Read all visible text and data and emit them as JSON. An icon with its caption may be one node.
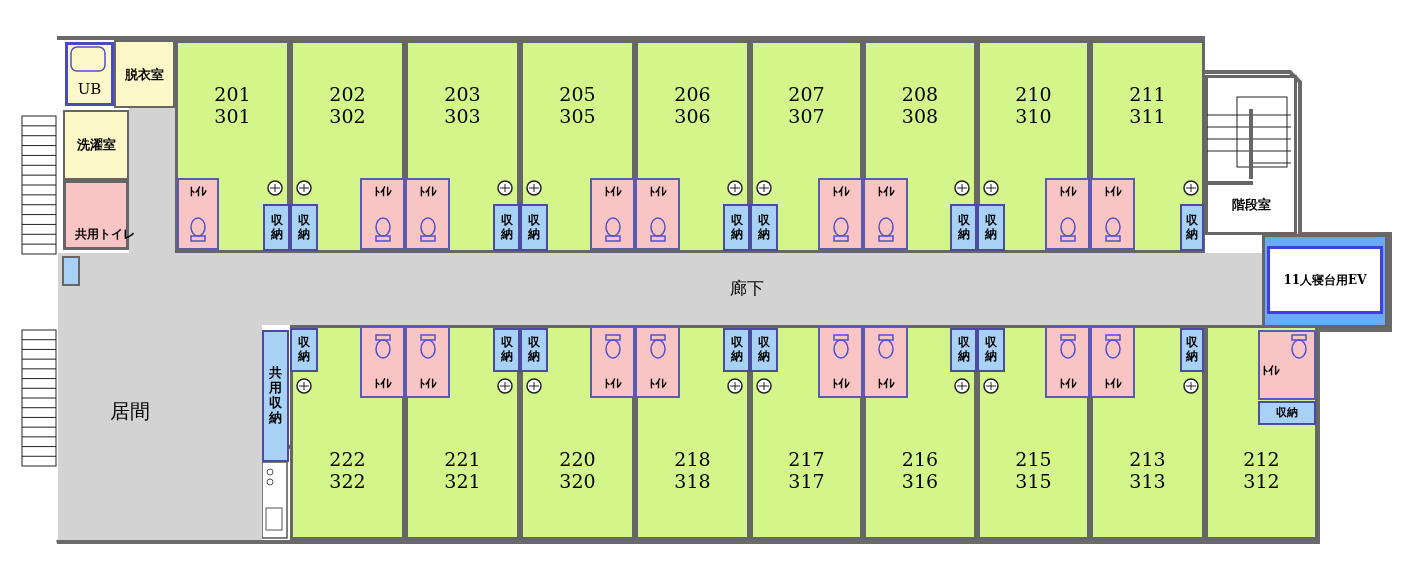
{
  "diagram": {
    "nodes": [
      {
        "text": [
          "UB"
        ]
      },
      {
        "text": [
          "脱衣室"
        ]
      },
      {
        "text": [
          "洗濯室"
        ]
      },
      {
        "text": [
          "共用トイレ"
        ]
      },
      {
        "text": [
          "201",
          "301"
        ]
      },
      {
        "text": [
          "202",
          "302"
        ]
      },
      {
        "text": [
          "203",
          "303"
        ]
      },
      {
        "text": [
          "205",
          "305"
        ]
      },
      {
        "text": [
          "206",
          "306"
        ]
      },
      {
        "text": [
          "207",
          "307"
        ]
      },
      {
        "text": [
          "208",
          "308"
        ]
      },
      {
        "text": [
          "210",
          "310"
        ]
      },
      {
        "text": [
          "211",
          "311"
        ]
      },
      {
        "text": [
          "ﾄｲﾚ"
        ],
        "in": 4
      },
      {
        "text": [
          "収納"
        ],
        "in": 4
      },
      {
        "text": [
          "収納"
        ],
        "in": 5
      },
      {
        "text": [
          "ﾄｲﾚ"
        ],
        "in": 5
      },
      {
        "text": [
          "ﾄｲﾚ"
        ],
        "in": 6
      },
      {
        "text": [
          "収納"
        ],
        "in": 6
      },
      {
        "text": [
          "収納"
        ],
        "in": 7
      },
      {
        "text": [
          "ﾄｲﾚ"
        ],
        "in": 7
      },
      {
        "text": [
          "ﾄｲﾚ"
        ],
        "in": 8
      },
      {
        "text": [
          "収納"
        ],
        "in": 8
      },
      {
        "text": [
          "収納"
        ],
        "in": 9
      },
      {
        "text": [
          "ﾄｲﾚ"
        ],
        "in": 9
      },
      {
        "text": [
          "ﾄｲﾚ"
        ],
        "in": 10
      },
      {
        "text": [
          "収納"
        ],
        "in": 10
      },
      {
        "text": [
          "収納"
        ],
        "in": 11
      },
      {
        "text": [
          "ﾄｲﾚ"
        ],
        "in": 11
      },
      {
        "text": [
          "ﾄｲﾚ"
        ],
        "in": 12
      },
      {
        "text": [
          "収納"
        ],
        "in": 12
      },
      {
        "text": [
          "階段室"
        ]
      },
      {
        "text": [
          "11人寝台用EV"
        ]
      },
      {
        "text": [
          "廊下"
        ]
      },
      {
        "text": [
          "居間"
        ]
      },
      {
        "text": [],
        "shape": "box",
        "in": 34
      },
      {
        "text": [
          "共用収納"
        ]
      },
      {
        "text": [
          "222",
          "322"
        ]
      },
      {
        "text": [
          "221",
          "321"
        ]
      },
      {
        "text": [
          "220",
          "320"
        ]
      },
      {
        "text": [
          "218",
          "318"
        ]
      },
      {
        "text": [
          "217",
          "317"
        ]
      },
      {
        "text": [
          "216",
          "316"
        ]
      },
      {
        "text": [
          "215",
          "315"
        ]
      },
      {
        "text": [
          "213",
          "313"
        ]
      },
      {
        "text": [
          "212",
          "312"
        ]
      },
      {
        "text": [
          "収納"
        ],
        "in": 37
      },
      {
        "text": [
          "ﾄｲﾚ"
        ],
        "in": 37
      },
      {
        "text": [
          "ﾄｲﾚ"
        ],
        "in": 38
      },
      {
        "text": [
          "収納"
        ],
        "in": 38
      },
      {
        "text": [
          "収納"
        ],
        "in": 39
      },
      {
        "text": [
          "ﾄｲﾚ"
        ],
        "in": 39
      },
      {
        "text": [
          "ﾄｲﾚ"
        ],
        "in": 40
      },
      {
        "text": [
          "収納"
        ],
        "in": 40
      },
      {
        "text": [
          "収納"
        ],
        "in": 41
      },
      {
        "text": [
          "ﾄｲﾚ"
        ],
        "in": 41
      },
      {
        "text": [
          "ﾄｲﾚ"
        ],
        "in": 42
      },
      {
        "text": [
          "収納"
        ],
        "in": 42
      },
      {
        "text": [
          "収納"
        ],
        "in": 43
      },
      {
        "text": [
          "ﾄｲﾚ"
        ],
        "in": 43
      },
      {
        "text": [
          "ﾄｲﾚ"
        ],
        "in": 44
      },
      {
        "text": [
          "収納"
        ],
        "in": 44
      },
      {
        "text": [
          "ﾄｲﾚ"
        ],
        "in": 45
      },
      {
        "text": [
          "収納"
        ],
        "in": 45
      }
    ]
  }
}
